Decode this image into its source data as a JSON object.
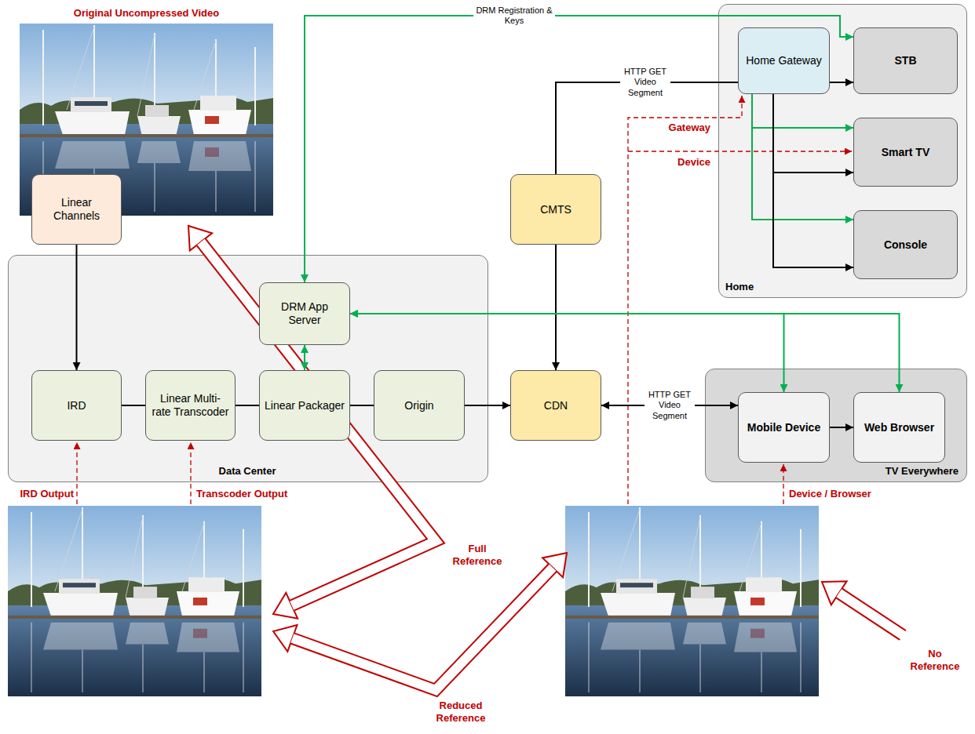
{
  "diagram": {
    "nodes": [
      {
        "text": [
          "Home"
        ]
      },
      {
        "text": [
          "Home Gateway"
        ],
        "in": 0
      },
      {
        "text": [
          "STB"
        ],
        "in": 0
      },
      {
        "text": [
          "Smart TV"
        ],
        "in": 0
      },
      {
        "text": [
          "Console"
        ],
        "in": 0
      },
      {
        "text": [
          "Linear Channels"
        ]
      },
      {
        "text": [
          "CMTS"
        ]
      },
      {
        "text": [
          "Data Center"
        ]
      },
      {
        "text": [
          "DRM App Server"
        ],
        "in": 7
      },
      {
        "text": [
          "IRD"
        ],
        "in": 7
      },
      {
        "text": [
          "Linear Multi-rate Transcoder"
        ],
        "in": 7
      },
      {
        "text": [
          "Linear Packager"
        ],
        "in": 7
      },
      {
        "text": [
          "Origin"
        ],
        "in": 7
      },
      {
        "text": [
          "CDN"
        ]
      },
      {
        "text": [
          "TV Everywhere"
        ]
      },
      {
        "text": [
          "Mobile Device"
        ],
        "in": 14
      },
      {
        "text": [
          "Web Browser"
        ],
        "in": 14
      }
    ],
    "edges": [
      {
        "from": 5,
        "to": 9,
        "arrow": "to"
      },
      {
        "from": 9,
        "to": 10,
        "arrow": "none"
      },
      {
        "from": 10,
        "to": 11,
        "arrow": "none"
      },
      {
        "from": 11,
        "to": 12,
        "arrow": "none"
      },
      {
        "from": 12,
        "to": 13,
        "arrow": "to"
      },
      {
        "from": 8,
        "to": 11,
        "arrow": "both"
      },
      {
        "from": 8,
        "to": 2,
        "arrow": "both",
        "label": "DRM Registration & Keys"
      },
      {
        "from": 1,
        "to": 3,
        "arrow": "to"
      },
      {
        "from": 1,
        "to": 4,
        "arrow": "to"
      },
      {
        "from": 6,
        "to": 1,
        "arrow": "none",
        "label": "HTTP GET Video Segment"
      },
      {
        "from": 1,
        "to": 2,
        "arrow": "to"
      },
      {
        "from": 1,
        "to": 3,
        "arrow": "to"
      },
      {
        "from": 1,
        "to": 4,
        "arrow": "to"
      },
      {
        "from": 6,
        "to": 13,
        "arrow": "to"
      },
      {
        "from": 13,
        "to": 15,
        "arrow": "both",
        "label": "HTTP GET Video Segment"
      },
      {
        "from": 15,
        "to": 16,
        "arrow": "to"
      },
      {
        "from": 8,
        "to": 15,
        "arrow": "both"
      },
      {
        "from": 8,
        "to": 16,
        "arrow": "both"
      }
    ],
    "labels": [
      "Original Uncompressed Video",
      "Gateway",
      "Device",
      "IRD Output",
      "Transcoder Output",
      "Device / Browser",
      "Full Reference",
      "Reduced Reference",
      "No Reference"
    ]
  }
}
